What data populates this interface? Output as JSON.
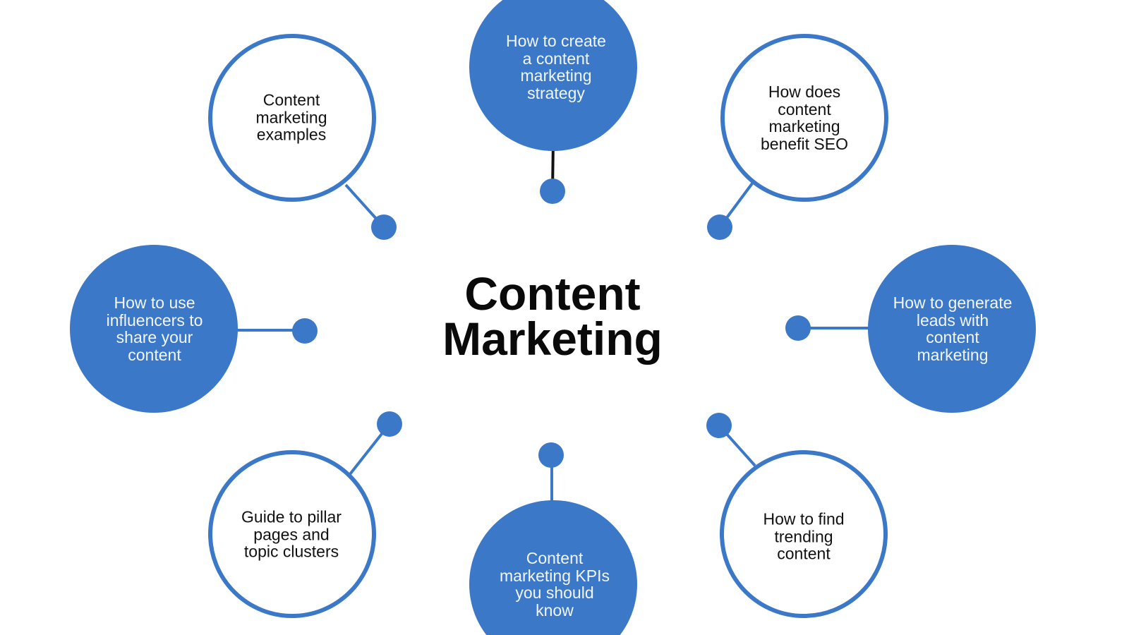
{
  "title": "Content\nMarketing",
  "colors": {
    "accent": "#3b78c8",
    "text_dark": "#111111",
    "text_light": "#f2f6fc"
  },
  "topics": [
    {
      "label": "How to create a content marketing strategy",
      "style": "filled"
    },
    {
      "label": "How does content marketing benefit SEO",
      "style": "outline"
    },
    {
      "label": "How to generate leads with content marketing",
      "style": "filled"
    },
    {
      "label": "How to find trending content",
      "style": "outline"
    },
    {
      "label": "Content marketing KPIs you should know",
      "style": "filled"
    },
    {
      "label": "Guide to pillar pages and topic clusters",
      "style": "outline"
    },
    {
      "label": "How to use influencers to share your content",
      "style": "filled"
    },
    {
      "label": "Content marketing examples",
      "style": "outline"
    }
  ]
}
